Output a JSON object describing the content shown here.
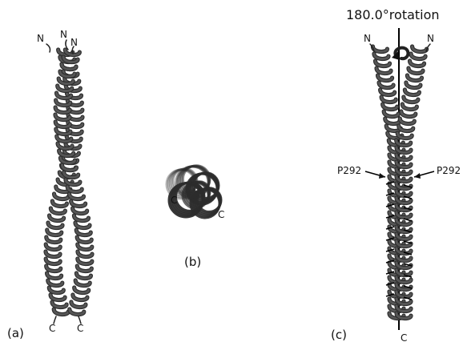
{
  "figure": {
    "title": "180.0°rotation",
    "panels": {
      "a": "(a)",
      "b": "(b)",
      "c": "(c)"
    },
    "termini": {
      "n": "N",
      "c": "C"
    },
    "residue": "P292",
    "colors": {
      "helix": "#555555",
      "helix_dark": "#2c2c2c",
      "axis_line": "#000000",
      "background": "#ffffff"
    }
  }
}
